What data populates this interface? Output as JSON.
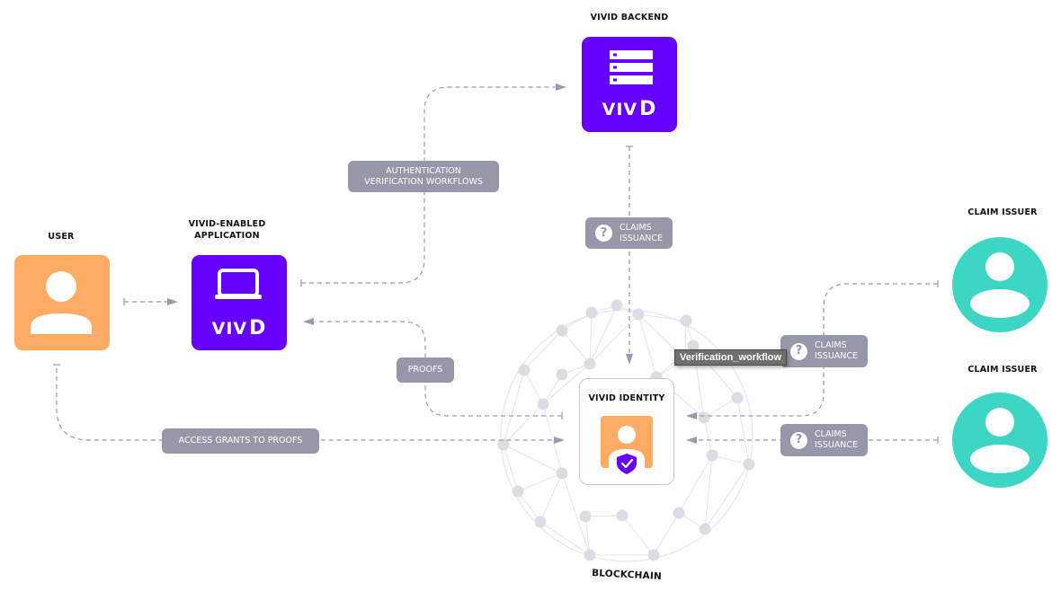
{
  "nodes": {
    "backend": {
      "title": "VIVID BACKEND",
      "logo": "VIVD",
      "icon": "server-icon"
    },
    "application": {
      "title_line1": "VIVID-ENABLED",
      "title_line2": "APPLICATION",
      "logo": "VIVD",
      "icon": "laptop-icon"
    },
    "user": {
      "title": "USER",
      "icon": "user-icon"
    },
    "identity": {
      "title": "VIVID IDENTITY",
      "icon": "user-shield-icon"
    },
    "issuer_top": {
      "title": "CLAIM ISSUER",
      "icon": "user-circle-icon"
    },
    "issuer_bottom": {
      "title": "CLAIM ISSUER",
      "icon": "user-circle-icon"
    },
    "blockchain": {
      "title": "BLOCKCHAIN",
      "icon": "network-globe-icon"
    }
  },
  "edges": {
    "auth": {
      "line1": "AUTHENTICATION",
      "line2": "VERIFICATION WORKFLOWS"
    },
    "claims_backend": {
      "line1": "CLAIMS",
      "line2": "ISSUANCE",
      "icon": "question-icon"
    },
    "proofs": {
      "label": "PROOFS"
    },
    "access": {
      "label": "ACCESS GRANTS TO PROOFS"
    },
    "claims_top": {
      "line1": "CLAIMS",
      "line2": "ISSUANCE",
      "icon": "question-icon"
    },
    "claims_bottom": {
      "line1": "CLAIMS",
      "line2": "ISSUANCE",
      "icon": "question-icon"
    }
  },
  "tooltip": {
    "text": "Verification_workflow"
  },
  "colors": {
    "vivid_purple": "#6600ff",
    "user_orange": "#ffab63",
    "issuer_teal": "#3dd6c4",
    "pill_gray": "#9697a8",
    "connector": "#9a9aae",
    "network": "#dcdce4"
  }
}
